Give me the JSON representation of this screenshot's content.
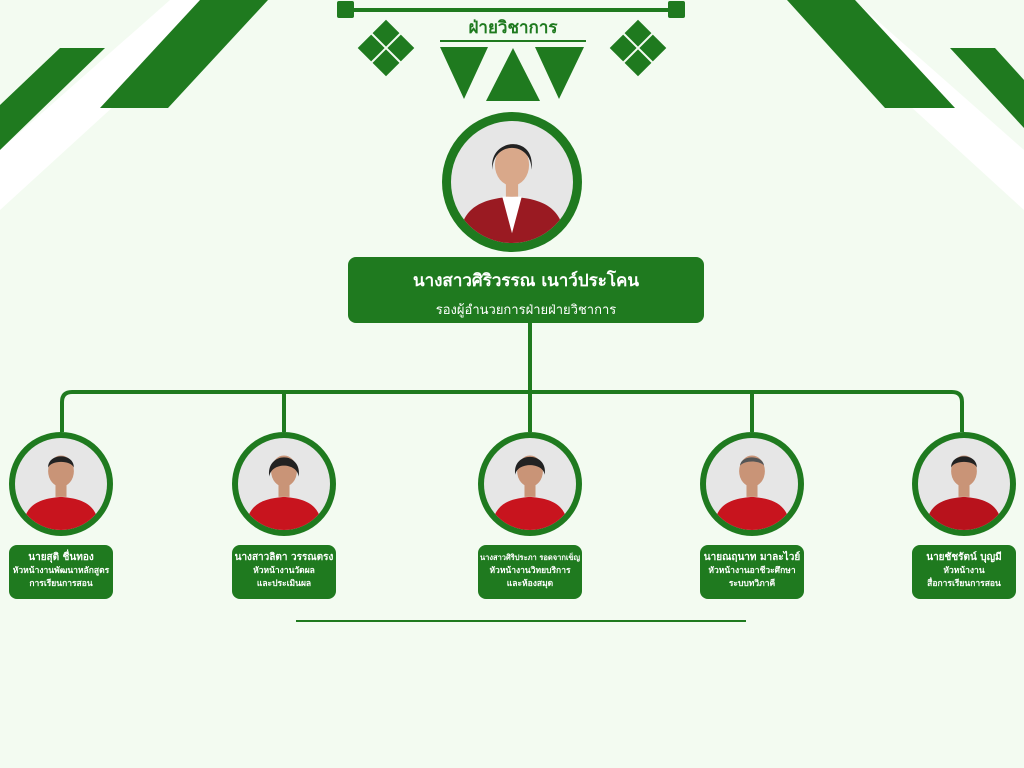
{
  "header": {
    "title": "ฝ่ายวิชาการ"
  },
  "colors": {
    "primary": "#1f7a1f",
    "background": "#f3fbf1",
    "uniform_red": "#c8141e",
    "blazer_red": "#9a1a22"
  },
  "head": {
    "name": "นางสาวศิริวรรณ เนาว์ประโคน",
    "role": "รองผู้อำนวยการฝ่ายฝ่ายวิชาการ"
  },
  "members": [
    {
      "name": "นายสุติ ชื่นทอง",
      "role1": "หัวหน้างานพัฒนาหลักสูตร",
      "role2": "การเรียนการสอน"
    },
    {
      "name": "นางสาวลิตา วรรณตรง",
      "role1": "หัวหน้างานวัดผล",
      "role2": "และประเมินผล"
    },
    {
      "name": "นางสาวศิริประภา รอดจากเข็ญ",
      "role1": "หัวหน้างานวิทยบริการ",
      "role2": "และห้องสมุด"
    },
    {
      "name": "นายณฤนาท มาละไวย์",
      "role1": "หัวหน้างานอาชีวะศึกษา",
      "role2": "ระบบทวิภาคี"
    },
    {
      "name": "นายชัชรัตน์ บุญมี",
      "role1": "หัวหน้างาน",
      "role2": "สื่อการเรียนการสอน"
    }
  ]
}
